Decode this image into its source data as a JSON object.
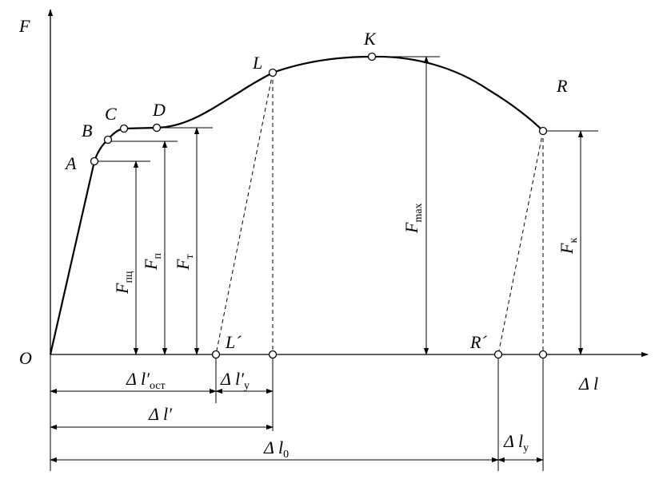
{
  "axes": {
    "y_label": "F",
    "x_label": "Δ l",
    "origin_label": "O"
  },
  "points": {
    "A": "A",
    "B": "B",
    "C": "C",
    "D": "D",
    "K": "K",
    "L": "L",
    "R": "R",
    "L_prime": "L´",
    "R_prime": "R´"
  },
  "forces": {
    "f_pts": {
      "base": "F",
      "sub": "пц"
    },
    "f_p": {
      "base": "F",
      "sub": "п"
    },
    "f_t": {
      "base": "F",
      "sub": "т"
    },
    "f_max": {
      "base": "F",
      "sub": "max"
    },
    "f_k": {
      "base": "F",
      "sub": "к"
    }
  },
  "elongations": {
    "dl_ost": {
      "base": "Δ l′",
      "sub": "ост"
    },
    "dl_y_prime": {
      "base": "Δ l′",
      "sub": "у"
    },
    "dl_prime": {
      "base": "Δ l′",
      "sub": ""
    },
    "dl_0": {
      "base": "Δ l",
      "sub": "0"
    },
    "dl_y": {
      "base": "Δ l",
      "sub": "у"
    }
  }
}
